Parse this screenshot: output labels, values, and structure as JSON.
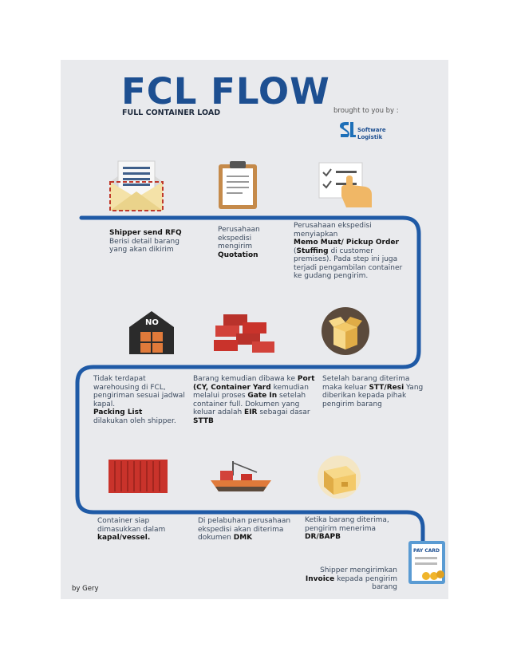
{
  "header": {
    "title": "FCL FLOW",
    "subtitle": "FULL CONTAINER LOAD",
    "brought_by": "brought to you by :",
    "logo_line1": "Software",
    "logo_line2": "Logistik"
  },
  "steps": {
    "s1": {
      "title": "Shipper send RFQ",
      "body": "Berisi detail barang yang akan dikirim"
    },
    "s2": {
      "pre": "Perusahaan ekspedisi mengirim",
      "bold": "Quotation"
    },
    "s3": {
      "pre": "Perusahaan ekspedisi menyiapkan",
      "bold": "Memo Muat/ Pickup Order",
      "paren_bold": "Stuffing",
      "rest": "di customer premises). Pada step ini juga terjadi pengambilan container ke gudang pengirim."
    },
    "s4": {
      "pre": "Tidak terdapat warehousing di FCL, pengiriman sesuai jadwal kapal.",
      "bold": "Packing List",
      "post": "dilakukan oleh shipper."
    },
    "s5": {
      "t1": "Barang kemudian dibawa ke",
      "b1": "Port (CY, Container Yard",
      "t2": "kemudian melalui proses",
      "b2": "Gate In",
      "t3": "setelah container full. Dokumen yang keluar adalah",
      "b3": "EIR",
      "t4": "sebagai dasar",
      "b4": "STTB"
    },
    "s6": {
      "t1": "Setelah barang diterima maka keluar",
      "b1": "STT/Resi",
      "t2": "Yang diberikan kepada pihak pengirim barang"
    },
    "s7": {
      "t1": "Container siap dimasukkan dalam",
      "b1": "kapal/vessel."
    },
    "s8": {
      "t1": "Di pelabuhan perusahaan ekspedisi akan diterima dokumen",
      "b1": "DMK"
    },
    "s9": {
      "t1": "Ketika barang diterima, pengirim menerima",
      "b1": "DR/BAPB"
    },
    "s10": {
      "b1": "Invoice",
      "t1": "kepada pengirim barang",
      "t0": "Shipper mengirimkan",
      "card_label": "PAY CARD"
    }
  },
  "icons": {
    "no_sign": "NO"
  },
  "footer": {
    "author": "by Gery"
  },
  "colors": {
    "path": "#1f5aa6",
    "title": "#1d4f91",
    "bg": "#e9eaed",
    "container_red": "#c9332b",
    "box": "#f2c14e"
  }
}
